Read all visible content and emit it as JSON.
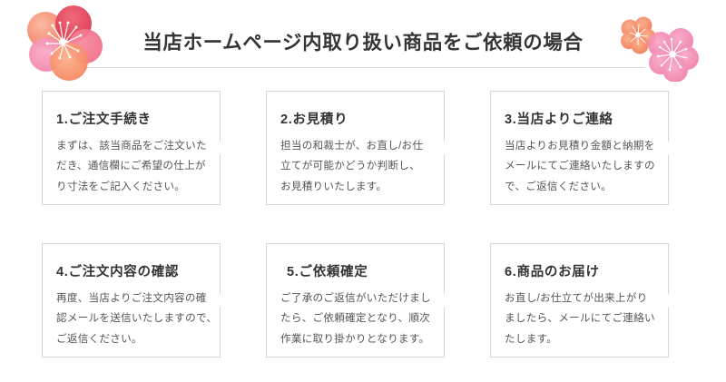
{
  "header": {
    "title": "当店ホームページ内取り扱い商品をご依頼の場合",
    "left_flower_icon": "plum-blossom-icon",
    "right_flower_icon": "plum-blossom-pair-icon",
    "rule_color": "#d9d9d9",
    "title_color": "#353535"
  },
  "style": {
    "border_color": "#d5d5d5",
    "text_color": "#555555",
    "heading_color": "#333333",
    "background": "#ffffff",
    "flower_pink": "#f4a0bc",
    "flower_coral": "#f58b6f",
    "flower_red": "#e04a5f"
  },
  "steps": [
    {
      "title": "1.ご注文手続き",
      "lines": [
        "まずは、該当商品をご注文いた",
        "だき、通信欄にご希望の仕上が",
        "り寸法をご記入ください。"
      ]
    },
    {
      "title": "2.お見積り",
      "lines": [
        "担当の和裁士が、お直し/お仕",
        "立てが可能かどうか判断し、",
        "お見積りいたします。"
      ]
    },
    {
      "title": "3.当店よりご連絡",
      "lines": [
        "当店よりお見積り金額と納期を",
        "メールにてご連絡いたしますの",
        "で、ご返信ください。"
      ]
    },
    {
      "title": "4.ご注文内容の確認",
      "lines": [
        "再度、当店よりご注文内容の確",
        "認メールを送信いたしますので、",
        "ご返信ください。"
      ]
    },
    {
      "title": "5.ご依頼確定",
      "lines": [
        "ご了承のご返信がいただけまし",
        "たら、ご依頼確定となり、順次",
        "作業に取り掛かりとなります。"
      ]
    },
    {
      "title": "6.商品のお届け",
      "lines": [
        "お直し/お仕立てが出来上がり",
        "ましたら、メールにてご連絡い",
        "たします。"
      ]
    }
  ]
}
